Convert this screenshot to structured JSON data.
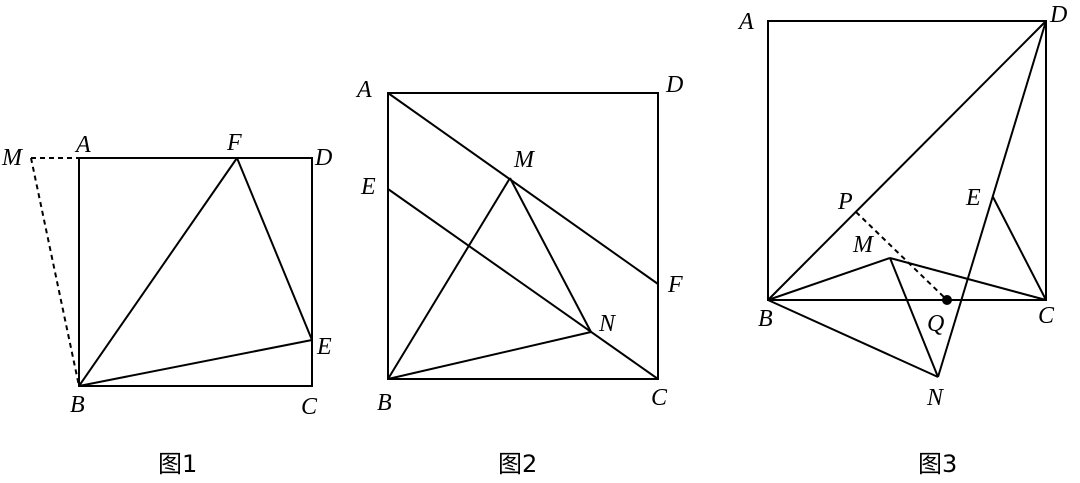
{
  "figures": [
    {
      "caption": "图1",
      "labels": {
        "A": "A",
        "B": "B",
        "C": "C",
        "D": "D",
        "E": "E",
        "F": "F",
        "M": "M"
      }
    },
    {
      "caption": "图2",
      "labels": {
        "A": "A",
        "B": "B",
        "C": "C",
        "D": "D",
        "E": "E",
        "F": "F",
        "M": "M",
        "N": "N"
      }
    },
    {
      "caption": "图3",
      "labels": {
        "A": "A",
        "B": "B",
        "C": "C",
        "D": "D",
        "E": "E",
        "M": "M",
        "N": "N",
        "P": "P",
        "Q": "Q"
      }
    }
  ],
  "colors": {
    "ink": "#000000",
    "background": "#ffffff"
  }
}
